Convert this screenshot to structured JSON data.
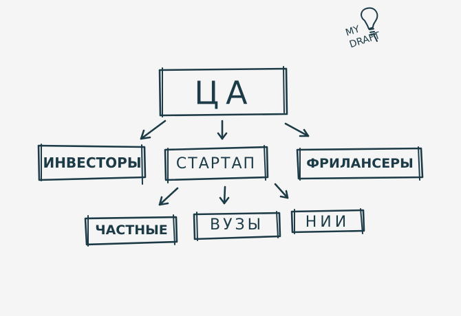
{
  "diagram": {
    "root": "ЦА",
    "level1": [
      "ИНВЕСТОРЫ",
      "СТАРТАП",
      "ФРИЛАНСЕРЫ"
    ],
    "level2": [
      "ЧАСТНЫЕ",
      "ВУЗЫ",
      "НИИ"
    ]
  },
  "logo": {
    "line1": "MY",
    "line2": "DRAFT",
    "icon": "lightbulb-icon"
  },
  "colors": {
    "ink": "#1d3b47",
    "background": "#f5f5f5"
  }
}
